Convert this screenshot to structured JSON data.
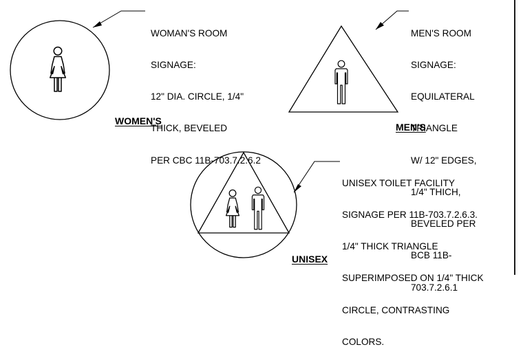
{
  "women": {
    "caption": "WOMEN'S",
    "note": [
      "WOMAN'S ROOM",
      "SIGNAGE:",
      "12\" DIA. CIRCLE, 1/4\"",
      "THICK, BEVELED",
      "PER CBC 11B-703.7.2.6.2"
    ],
    "icon": "woman-figure-icon"
  },
  "men": {
    "caption": "MEN'S",
    "note": [
      "MEN'S ROOM",
      "SIGNAGE:",
      "EQUILATERAL",
      "TRIANGLE",
      "W/ 12\" EDGES,",
      "1/4\" THICH,",
      "BEVELED PER",
      "BCB 11B-",
      "703.7.2.6.1"
    ],
    "icon": "man-figure-icon"
  },
  "unisex": {
    "caption": "UNISEX",
    "note": [
      "UNISEX TOILET FACILITY",
      "SIGNAGE PER 11B-703.7.2.6.3.",
      "1/4\" THICK TRIANGLE",
      "SUPERIMPOSED ON 1/4\" THICK",
      "CIRCLE, CONTRASTING",
      "COLORS."
    ],
    "icons": [
      "woman-figure-icon",
      "man-figure-icon"
    ]
  },
  "colors": {
    "line": "#000000",
    "background": "#ffffff"
  }
}
